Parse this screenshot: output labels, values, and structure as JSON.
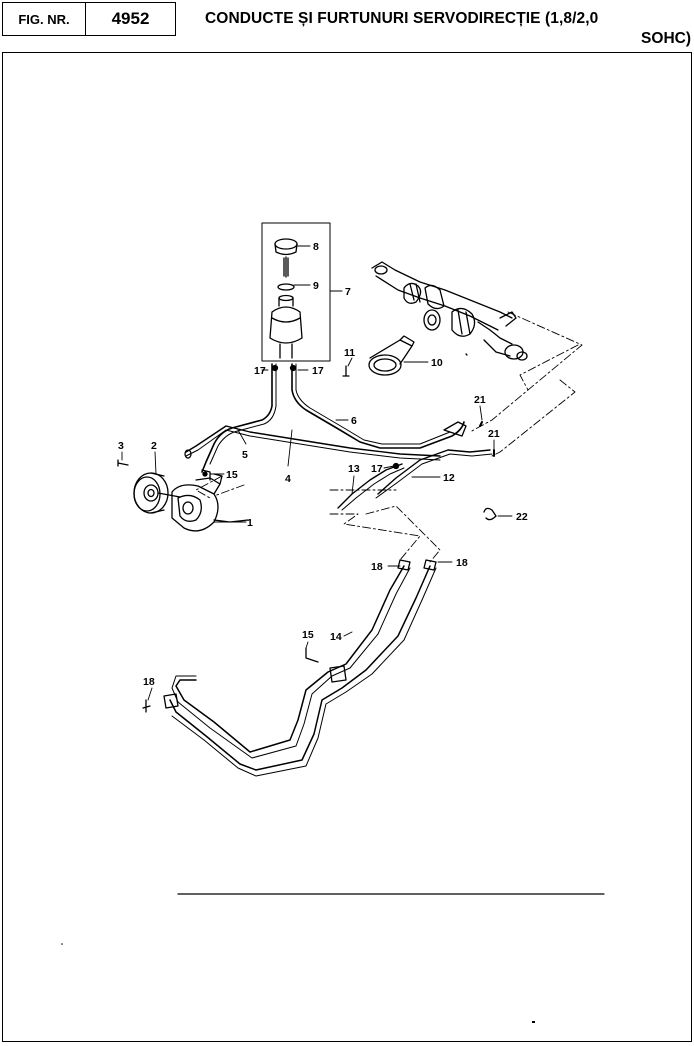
{
  "header": {
    "fig_label": "FIG. NR.",
    "fig_number": "4952",
    "title_line1": "CONDUCTE ȘI FURTUNURI SERVODIRECȚIE (1,8/2,0",
    "title_line2": "SOHC)"
  },
  "callouts": {
    "c1": "1",
    "c2": "2",
    "c3": "3",
    "c4": "4",
    "c5": "5",
    "c6": "6",
    "c7": "7",
    "c8": "8",
    "c9": "9",
    "c10": "10",
    "c11": "11",
    "c12": "12",
    "c13": "13",
    "c14": "14",
    "c15a": "15",
    "c15b": "15",
    "c17a": "17",
    "c17b": "17",
    "c17c": "17",
    "c18a": "18",
    "c18b": "18",
    "c18c": "18",
    "c21a": "21",
    "c21b": "21",
    "c22": "22"
  }
}
